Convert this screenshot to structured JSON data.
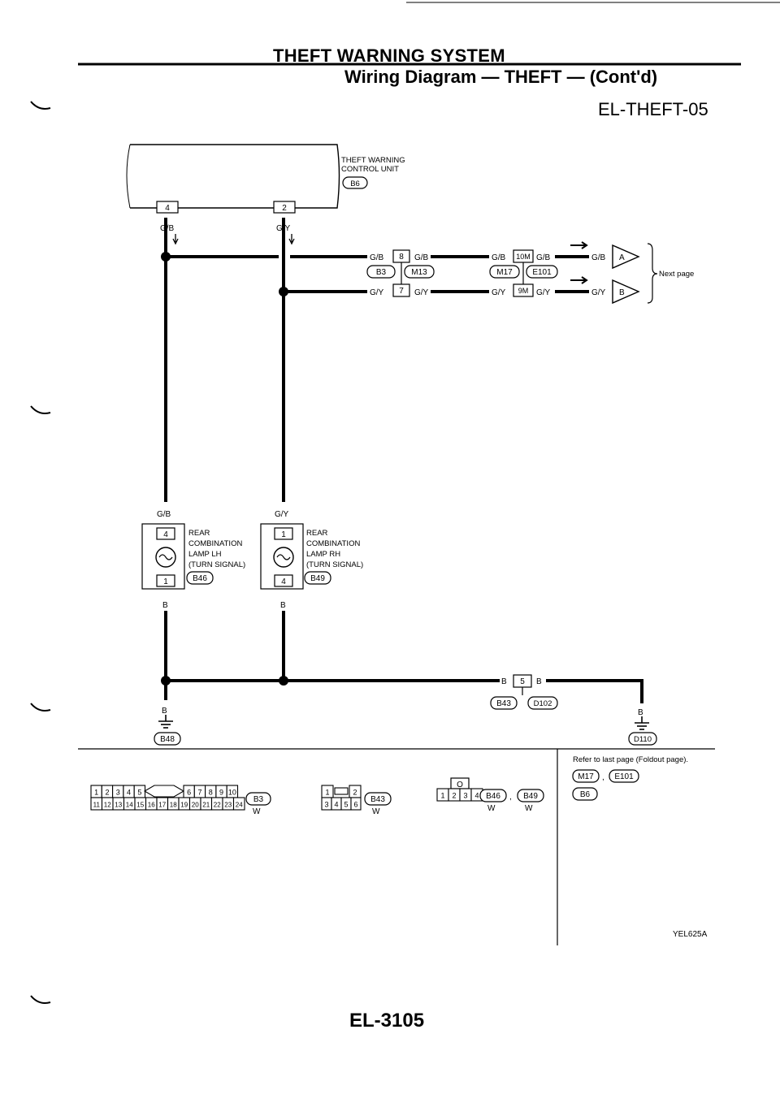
{
  "header": {
    "title": "THEFT WARNING SYSTEM",
    "subtitle": "Wiring Diagram — THEFT — (Cont'd)",
    "diagram_code": "EL-THEFT-05"
  },
  "control_unit": {
    "label_line1": "THEFT WARNING",
    "label_line2": "CONTROL UNIT",
    "connector": "B6",
    "pin_left": "4",
    "pin_right": "2"
  },
  "wires": {
    "gb": "G/B",
    "gy": "G/Y",
    "b": "B"
  },
  "inline_connectors": {
    "c1_pin_top": "8",
    "c1_pin_bottom": "7",
    "c1_left_id": "B3",
    "c1_right_id": "M13",
    "c2_pin_top": "10M",
    "c2_pin_bottom": "9M",
    "c2_left_id": "M17",
    "c2_right_id": "E101",
    "c3_pin": "5",
    "c3_left_id": "B43",
    "c3_right_id": "D102"
  },
  "next_page": {
    "arrow_a": "A",
    "arrow_b": "B",
    "label": "Next page"
  },
  "lamp_lh": {
    "line1": "REAR",
    "line2": "COMBINATION",
    "line3": "LAMP LH",
    "line4": "(TURN SIGNAL)",
    "connector": "B46",
    "pin_top": "4",
    "pin_bottom": "1"
  },
  "lamp_rh": {
    "line1": "REAR",
    "line2": "COMBINATION",
    "line3": "LAMP RH",
    "line4": "(TURN SIGNAL)",
    "connector": "B49",
    "pin_top": "1",
    "pin_bottom": "4"
  },
  "grounds": {
    "left": "B48",
    "right": "D110"
  },
  "connector_views": {
    "b3_row1": [
      "1",
      "2",
      "3",
      "4",
      "5",
      "6",
      "7",
      "8",
      "9",
      "10"
    ],
    "b3_row2": [
      "11",
      "12",
      "13",
      "14",
      "15",
      "16",
      "17",
      "18",
      "19",
      "20",
      "21",
      "22",
      "23",
      "24"
    ],
    "b3_id": "B3",
    "b3_color": "W",
    "b43_row1": [
      "1",
      "2"
    ],
    "b43_row2": [
      "3",
      "4",
      "5",
      "6"
    ],
    "b43_id": "B43",
    "b43_color": "W",
    "b46_top": "O",
    "b46_row": [
      "1",
      "2",
      "3",
      "4"
    ],
    "b46_id": "B46",
    "b49_id": "B49",
    "b46_color": "W",
    "b49_color": "W",
    "comma": ","
  },
  "refer": {
    "text": "Refer to last page (Foldout page).",
    "conn1": "M17",
    "conn2": "E101",
    "conn3": "B6",
    "comma": ","
  },
  "figure_code": "YEL625A",
  "footer": {
    "page": "EL-3105"
  }
}
